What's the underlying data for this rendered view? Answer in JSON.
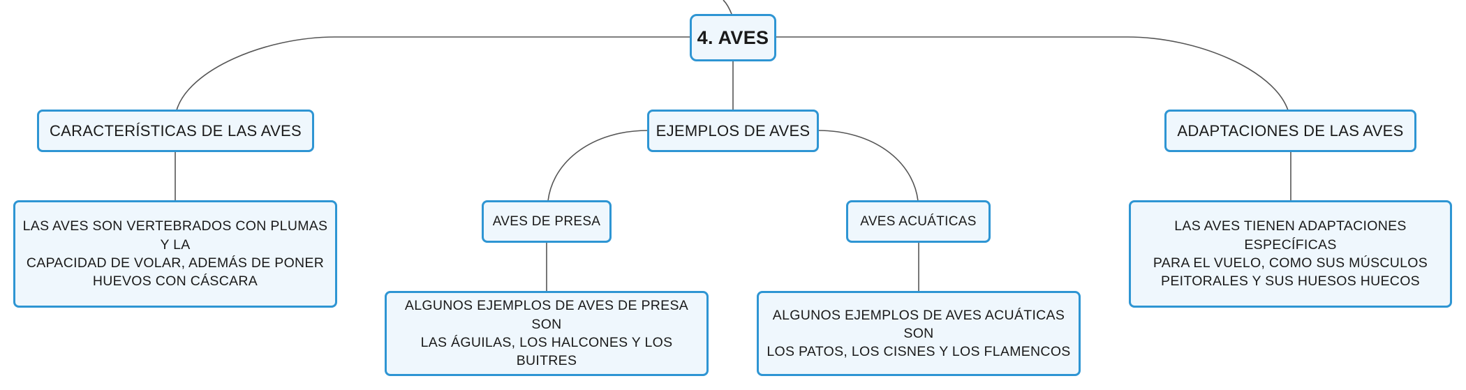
{
  "diagram": {
    "root": {
      "label": "4. AVES"
    },
    "branches": {
      "caracteristicas": {
        "label": "CARACTERÍSTICAS DE LAS AVES",
        "detail": [
          "LAS AVES SON VERTEBRADOS CON PLUMAS Y LA",
          "CAPACIDAD DE VOLAR, ADEMÁS DE PONER",
          "HUEVOS CON CÁSCARA"
        ]
      },
      "ejemplos": {
        "label": "EJEMPLOS DE AVES",
        "presa": {
          "label": "AVES DE PRESA",
          "detail": [
            "ALGUNOS EJEMPLOS DE AVES DE PRESA SON",
            "LAS ÁGUILAS, LOS HALCONES Y LOS BUITRES"
          ]
        },
        "acuaticas": {
          "label": "AVES ACUÁTICAS",
          "detail": [
            "ALGUNOS EJEMPLOS DE AVES ACUÁTICAS SON",
            "LOS PATOS, LOS CISNES Y LOS FLAMENCOS"
          ]
        }
      },
      "adaptaciones": {
        "label": "ADAPTACIONES DE LAS AVES",
        "detail": [
          "LAS AVES TIENEN ADAPTACIONES ESPECÍFICAS",
          "PARA EL VUELO, COMO SUS MÚSCULOS",
          "PEITORALES Y SUS HUESOS HUECOS"
        ]
      }
    },
    "colors": {
      "border": "#2e95d3",
      "fill": "#eff7fd",
      "connector": "#555555"
    }
  }
}
